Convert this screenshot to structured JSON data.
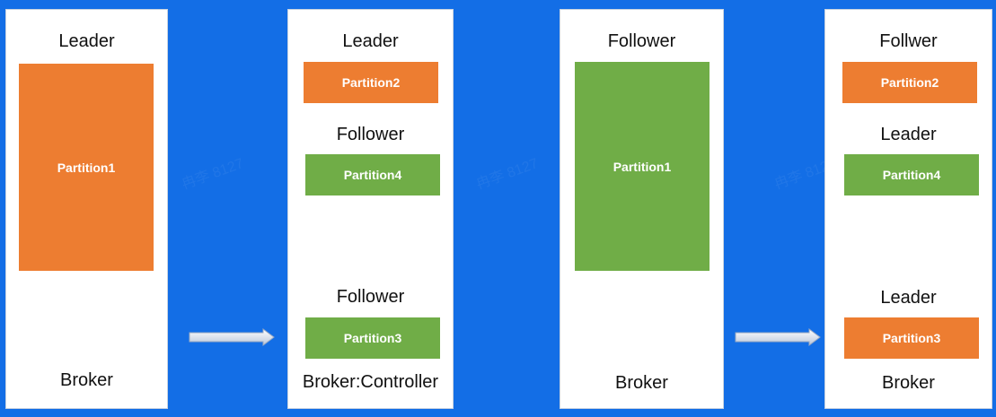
{
  "colors": {
    "background": "#136ee6",
    "leader": "#ed7d31",
    "follower": "#70ad47"
  },
  "brokers": [
    {
      "footer": "Broker",
      "blocks": [
        {
          "role": "Leader",
          "partition": "Partition1",
          "color": "#ed7d31"
        }
      ]
    },
    {
      "footer": "Broker:Controller",
      "blocks": [
        {
          "role": "Leader",
          "partition": "Partition2",
          "color": "#ed7d31"
        },
        {
          "role": "Follower",
          "partition": "Partition4",
          "color": "#70ad47"
        },
        {
          "role": "Follower",
          "partition": "Partition3",
          "color": "#70ad47"
        }
      ]
    },
    {
      "footer": "Broker",
      "blocks": [
        {
          "role": "Follower",
          "partition": "Partition1",
          "color": "#70ad47"
        }
      ]
    },
    {
      "footer": "Broker",
      "blocks": [
        {
          "role": "Follwer",
          "partition": "Partition2",
          "color": "#ed7d31"
        },
        {
          "role": "Leader",
          "partition": "Partition4",
          "color": "#70ad47"
        },
        {
          "role": "Leader",
          "partition": "Partition3",
          "color": "#ed7d31"
        }
      ]
    }
  ],
  "watermark": "冉李 8127"
}
